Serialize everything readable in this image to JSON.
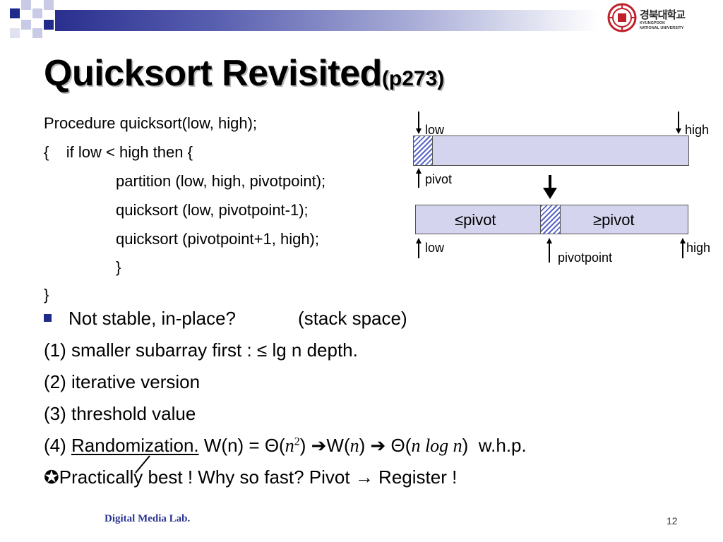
{
  "header": {
    "logo_korean": "경북대학교",
    "logo_english_line1": "KYUNGPOOK",
    "logo_english_line2": "NATIONAL UNIVERSITY"
  },
  "title": {
    "main": "Quicksort Revisited",
    "sub": "(p273)"
  },
  "code": [
    "Procedure quicksort(low, high);",
    "{    if low < high then {",
    "partition (low, high, pivotpoint);",
    "quicksort (low, pivotpoint-1);",
    "quicksort (pivotpoint+1, high);",
    "}",
    "}"
  ],
  "diagram": {
    "top_low": "low",
    "top_high": "high",
    "pivot": "pivot",
    "left_part": "≤pivot",
    "right_part": "≥pivot",
    "bottom_low": "low",
    "bottom_high": "high",
    "pivotpoint": "pivotpoint"
  },
  "bullets": {
    "b1_text": "Not stable, in-place?",
    "b1_note": "(stack space)",
    "l1": "(1) smaller subarray first : ≤ lg n depth.",
    "l2": "(2) iterative version",
    "l3": "(3) threshold value",
    "l4_prefix": "(4) ",
    "l4_underlined": "Randomization.",
    "l4_w": " W(n) = Θ(",
    "l4_n2_base": "n",
    "l4_n2_exp": "2",
    "l4_close1": ")",
    "l4_w2": "W(",
    "l4_n": "n",
    "l4_close2": ")",
    "l4_theta": " Θ(",
    "l4_nlogn": "n log n",
    "l4_close3": ")",
    "l4_whp": "  w.h.p.",
    "l5": "Practically best !  Why so fast?  Pivot → Register !"
  },
  "footer": {
    "left": "Digital Media Lab.",
    "page": "12"
  }
}
